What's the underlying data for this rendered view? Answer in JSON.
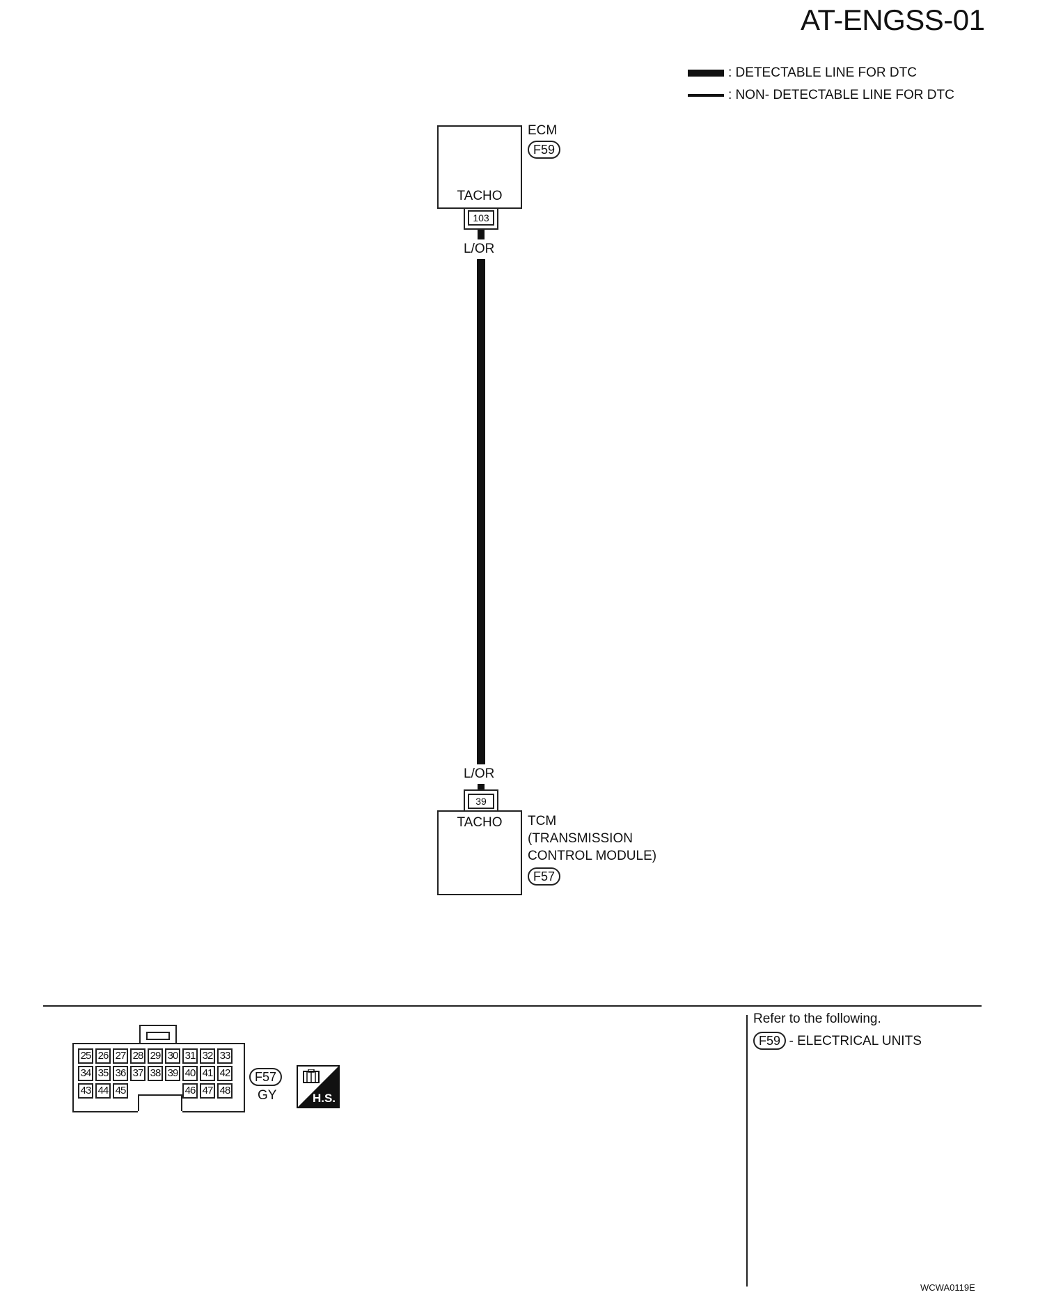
{
  "page": {
    "title": "AT-ENGSS-01",
    "figure_code": "WCWA0119E"
  },
  "legend": {
    "detectable": ": DETECTABLE LINE FOR DTC",
    "non_detectable": ": NON- DETECTABLE LINE FOR DTC"
  },
  "ecm": {
    "name": "ECM",
    "connector": "F59",
    "pin_label": "TACHO",
    "pin": "103",
    "wire_color": "L/OR"
  },
  "tcm": {
    "name": "TCM",
    "name_line2": "(TRANSMISSION",
    "name_line3": "CONTROL MODULE)",
    "connector": "F57",
    "pin_label": "TACHO",
    "pin": "39",
    "wire_color": "L/OR"
  },
  "connector_view": {
    "connector": "F57",
    "color": "GY",
    "rows": [
      [
        "25",
        "26",
        "27",
        "28",
        "29",
        "30",
        "31",
        "32",
        "33"
      ],
      [
        "34",
        "35",
        "36",
        "37",
        "38",
        "39",
        "40",
        "41",
        "42"
      ],
      [
        "43",
        "44",
        "45",
        "46",
        "47",
        "48"
      ]
    ],
    "hs_label": "H.S."
  },
  "reference": {
    "heading": "Refer to the following.",
    "connector": "F59",
    "text": "- ELECTRICAL UNITS"
  }
}
